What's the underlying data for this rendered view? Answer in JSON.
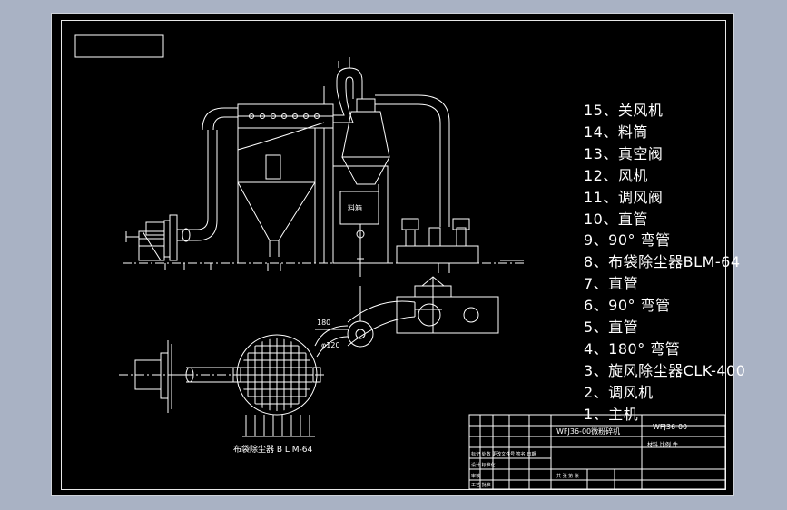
{
  "parts_list": [
    "15、关风机",
    "14、料筒",
    "13、真空阀",
    "12、风机",
    "11、调风阀",
    "10、直管",
    "9、90° 弯管",
    "8、布袋除尘器BLM-64",
    "7、直管",
    "6、90° 弯管",
    "5、直管",
    "4、180° 弯管",
    "3、旋风除尘器CLK-400",
    "2、调风机",
    "1、主机"
  ],
  "plan_view_label": "布袋除尘器 B L M-64",
  "drawing_labels": {
    "hopper": "料箱",
    "dim_180": "180",
    "dim_120": "φ120"
  },
  "title_block": {
    "product_name": "WFJ36-00微粉碎机",
    "drawing_number": "WFJ36-00",
    "material_scale": "材料 比例 件",
    "row_a": "标记 处数 更改文件号 签名 日期",
    "row_b": "设计 标准化",
    "row_c": "审核",
    "row_d": "工艺 批准",
    "row_e": "共 张 第 张"
  },
  "colors": {
    "background": "#000000",
    "line": "#ffffff",
    "outer": "#a9b2c4"
  }
}
